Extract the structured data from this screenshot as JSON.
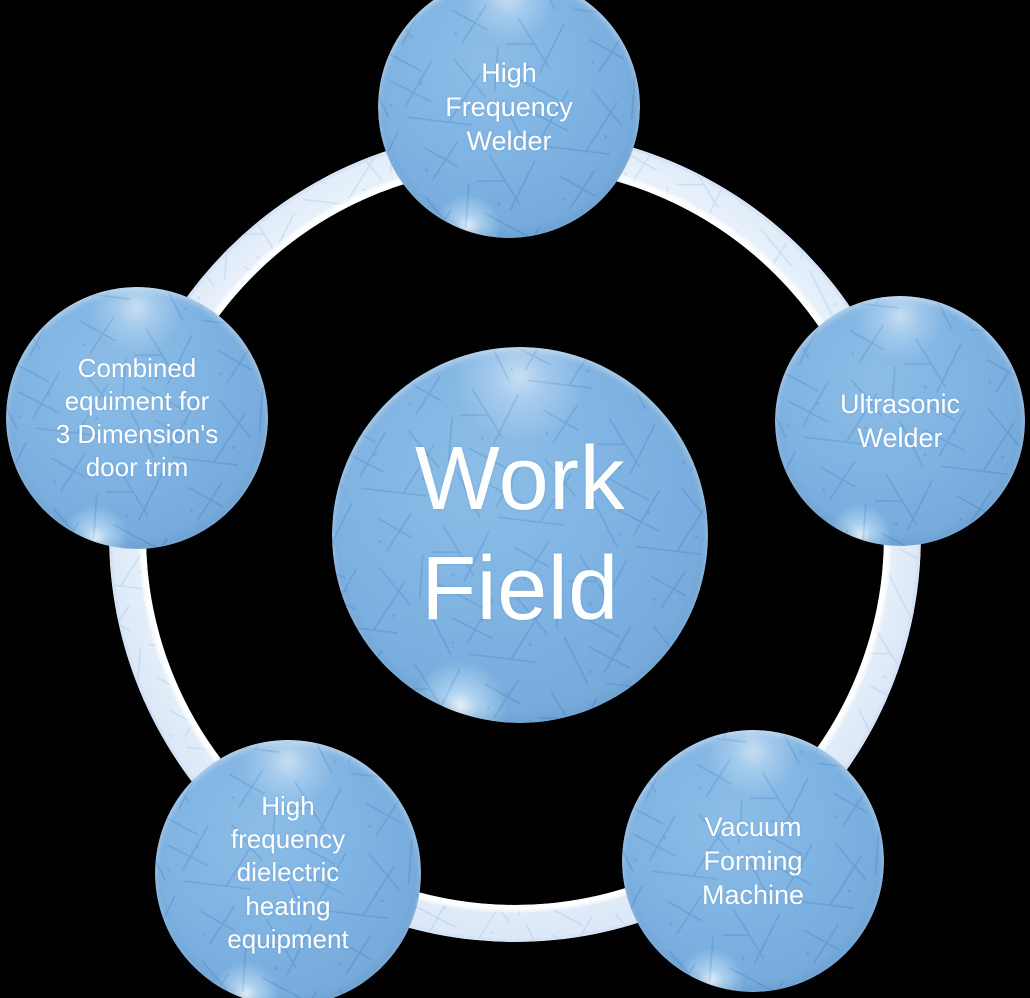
{
  "diagram": {
    "type": "cycle-diagram",
    "title": "Work Field",
    "background_color": "#000000",
    "bubble_color": "#7fb3e2",
    "ring_color": "#dfeaf8",
    "text_color": "#ffffff",
    "center": {
      "name": "work-field",
      "lines": [
        "Work",
        "Field"
      ]
    },
    "nodes": [
      {
        "name": "high-frequency-welder",
        "position": "top",
        "lines": [
          "High",
          "Frequency",
          "Welder"
        ]
      },
      {
        "name": "ultrasonic-welder",
        "position": "right",
        "lines": [
          "Ultrasonic",
          "Welder"
        ]
      },
      {
        "name": "vacuum-forming-machine",
        "position": "bottom-right",
        "lines": [
          "Vacuum",
          "Forming",
          "Machine"
        ]
      },
      {
        "name": "high-frequency-dielectric-heating-equipment",
        "position": "bottom-left",
        "lines": [
          "High",
          "frequency",
          "dielectric",
          "heating",
          "equipment"
        ]
      },
      {
        "name": "combined-equiment-for-3-dimensions-door-trim",
        "position": "left",
        "lines": [
          "Combined",
          "equiment for",
          "3 Dimension's",
          "door trim"
        ]
      }
    ]
  }
}
